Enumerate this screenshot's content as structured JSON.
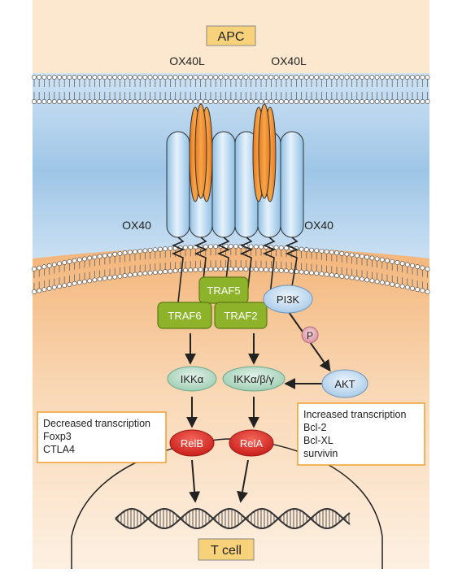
{
  "apc_label": "APC",
  "tcell_label": "T cell",
  "ligand_left": "OX40L",
  "ligand_right": "OX40L",
  "receptor_left": "OX40",
  "receptor_right": "OX40",
  "traf5": "TRAF5",
  "traf6": "TRAF6",
  "traf2": "TRAF2",
  "pi3k": "PI3K",
  "phospho": "P",
  "akt": "AKT",
  "ikka": "IKKα",
  "ikk_complex": "IKKα/β/γ",
  "relb": "RelB",
  "rela": "RelA",
  "decreased_box": {
    "lines": [
      "Decreased transcription",
      "Foxp3",
      "CTLA4"
    ]
  },
  "increased_box": {
    "lines": [
      "Increased transcription",
      "Bcl-2",
      "Bcl-XL",
      "survivin"
    ]
  },
  "colors": {
    "apc_bg": "#fbe8cf",
    "membrane_blue": "#a9cbe7",
    "receptor_fill": "#bcdaf0",
    "ligand_orange": "#f0922a",
    "traf_green": "#8db32a",
    "kinase_green": "#b9dcc8",
    "akt_blue": "#cfe2f3",
    "rel_red": "#e0312a",
    "box_border": "#f0a030",
    "label_box": "#f7d27a"
  }
}
